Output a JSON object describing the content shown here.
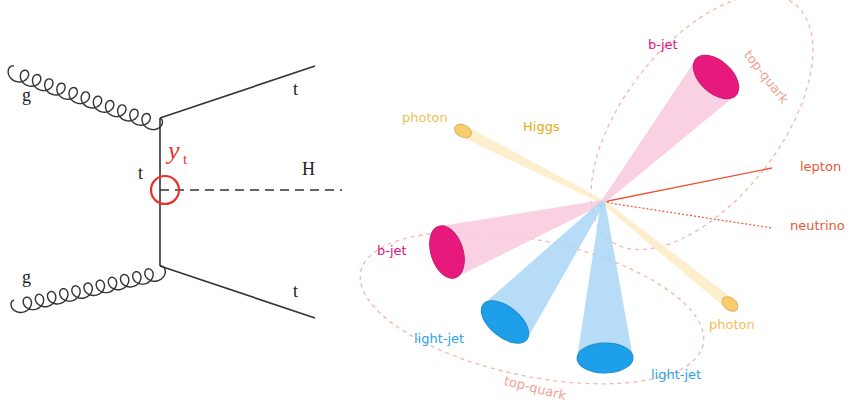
{
  "diagram": {
    "labels": [
      "g",
      "g",
      "t",
      "t",
      "t",
      "H",
      "y",
      "t",
      "photon",
      "Higgs",
      "b-jet",
      "top-quark",
      "lepton",
      "neutrino",
      "b-jet",
      "light-jet",
      "light-jet",
      "top-quark",
      "photon"
    ]
  }
}
